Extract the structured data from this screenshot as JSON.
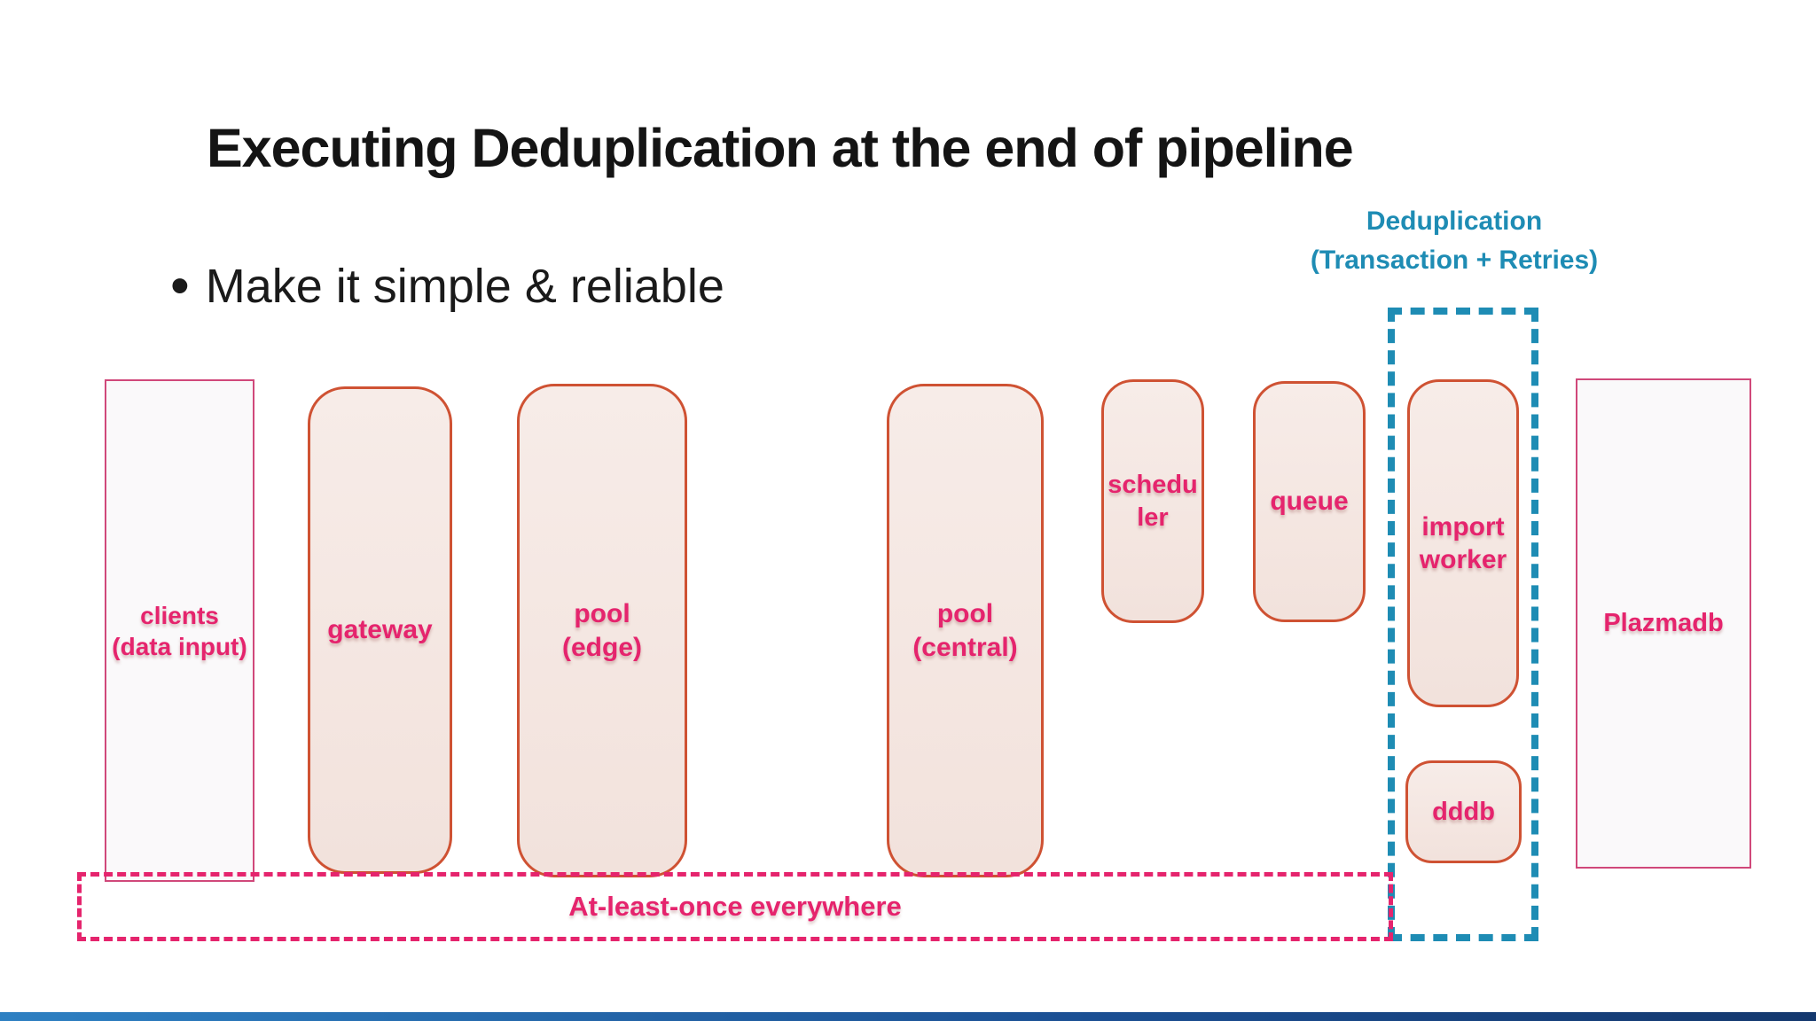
{
  "title": "Executing Deduplication at the end of pipeline",
  "bullet": {
    "marker": "•",
    "text": "Make it simple & reliable"
  },
  "dedup_group": {
    "label": "Deduplication\n(Transaction + Retries)"
  },
  "at_least_once": {
    "label": "At-least-once everywhere"
  },
  "nodes": {
    "clients": {
      "label": "clients\n(data input)"
    },
    "gateway": {
      "label": "gateway"
    },
    "pool_edge": {
      "label": "pool\n(edge)"
    },
    "pool_central": {
      "label": "pool\n(central)"
    },
    "scheduler": {
      "label": "schedu\nler"
    },
    "queue": {
      "label": "queue"
    },
    "import_worker": {
      "label": "import\nworker"
    },
    "dddb": {
      "label": "dddb"
    },
    "plazmadb": {
      "label": "Plazmadb"
    }
  },
  "colors": {
    "title_color": "#141414",
    "label_pink": "#e5246d",
    "node_border_orange": "#cf5233",
    "node_fill": "#f6e9e4",
    "teal": "#1e8cb4",
    "thin_border_pink": "#d0487a",
    "bar_gradient_left": "#2e80c2",
    "bar_gradient_right": "#14386e"
  }
}
